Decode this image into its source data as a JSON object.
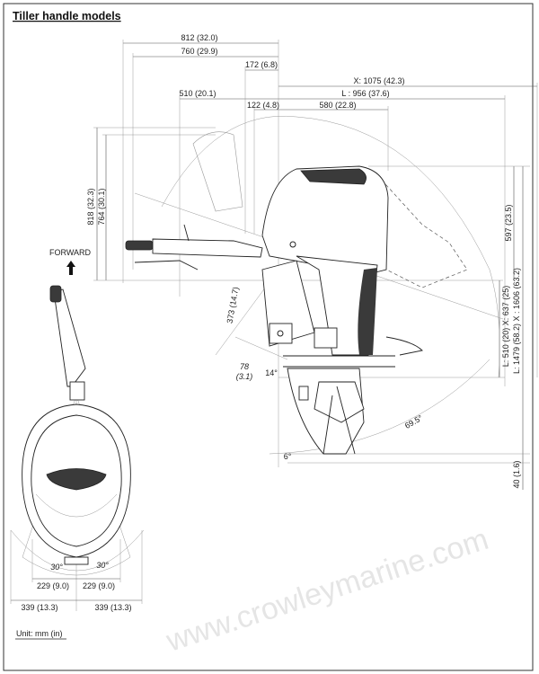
{
  "title": "Tiller handle models",
  "watermark": "www.crowleymarine.com",
  "direction_label": "FORWARD",
  "unit_label": "Unit: mm (in)",
  "top_dimensions": {
    "overall_812": "812 (32.0)",
    "overall_760": "760 (29.9)",
    "d_172": "172 (6.8)",
    "x_1075": "X: 1075 (42.3)",
    "d_510": "510 (20.1)",
    "l_956": "L : 956 (37.6)",
    "d_122": "122 (4.8)",
    "d_580": "580 (22.8)"
  },
  "left_dimensions": {
    "h_818": "818 (32.3)",
    "h_764": "764 (30.1)"
  },
  "right_dimensions": {
    "h_597": "597 (23.5)",
    "l_510_x_637": "L: 510 (20)  X: 637 (25)",
    "l_1479_x_1606": "L: 1479 (58.2)  X : 1606 (63.2)",
    "h_40": "40 (1.6)"
  },
  "side_view_labels": {
    "d_373": "373 (14.7)",
    "d_78": "78",
    "d_78_in": "(3.1)",
    "angle_14": "14°",
    "angle_69_5": "69.5°",
    "angle_6": "6°"
  },
  "top_view_labels": {
    "angle_left": "30°",
    "angle_right": "30°",
    "half_229_left": "229 (9.0)",
    "half_229_right": "229 (9.0)",
    "half_339_left": "339 (13.3)",
    "half_339_right": "339 (13.3)"
  }
}
